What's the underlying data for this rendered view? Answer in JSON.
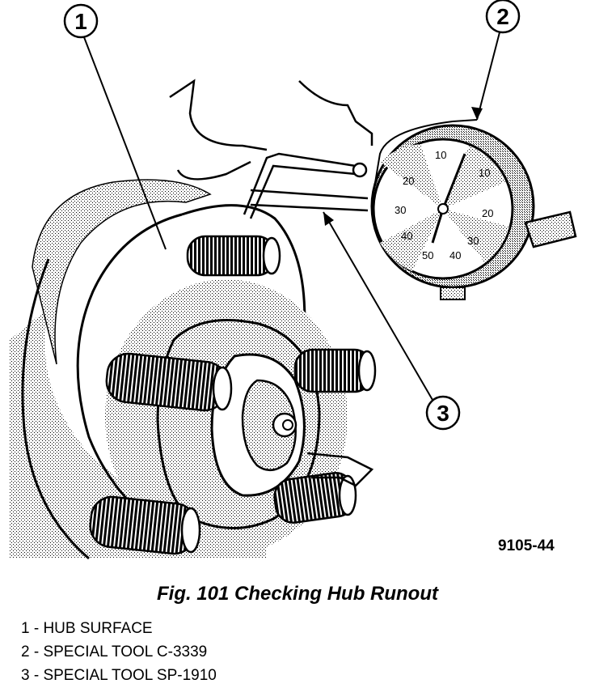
{
  "figure": {
    "callouts": [
      "1",
      "2",
      "3"
    ],
    "dial_numbers": [
      "10",
      "20",
      "30",
      "40",
      "50",
      "40",
      "30",
      "20",
      "10"
    ],
    "figure_id": "9105-44"
  },
  "caption": "Fig. 101 Checking Hub Runout",
  "legend": [
    "1 - HUB SURFACE",
    "2 - SPECIAL TOOL C-3339",
    "3 - SPECIAL TOOL SP-1910"
  ]
}
